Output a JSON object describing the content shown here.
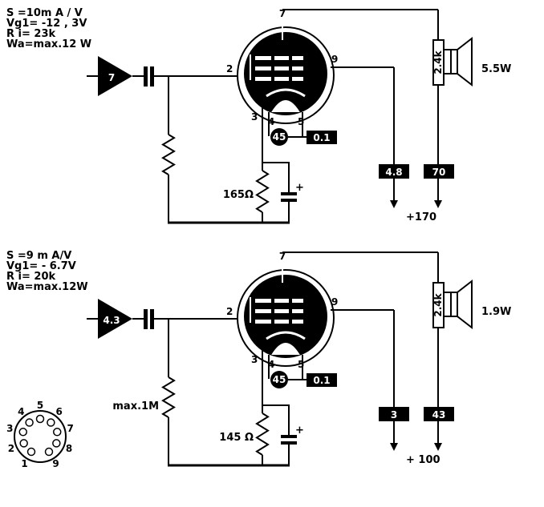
{
  "colors": {
    "ink": "#000000",
    "paper": "#ffffff"
  },
  "stages": [
    {
      "specs": [
        "S =10m A / V",
        "Vg1= -12 , 3V",
        "R i= 23k",
        "Wa=max.12 W"
      ],
      "input_gain": "7",
      "grid_resistor": "",
      "cathode_resistor": "165Ω",
      "cap_polarity": "+",
      "pins": {
        "p2": "2",
        "p3": "3",
        "p4": "4",
        "p5": "5",
        "p7": "7",
        "p9": "9"
      },
      "g2_current": "45",
      "g2_voltage": "0.1",
      "screen_box": "4.8",
      "anode_box": "70",
      "load": "2.4k",
      "output_power": "5.5W",
      "supply": "+170"
    },
    {
      "specs": [
        "S =9 m A/V",
        "Vg1= - 6.7V",
        "R i= 20k",
        "Wa=max.12W"
      ],
      "input_gain": "4.3",
      "grid_resistor": "max.1M",
      "cathode_resistor": "145 Ω",
      "cap_polarity": "+",
      "pins": {
        "p2": "2",
        "p3": "3",
        "p4": "4",
        "p5": "5",
        "p7": "7",
        "p9": "9"
      },
      "g2_current": "45",
      "g2_voltage": "0.1",
      "screen_box": "3",
      "anode_box": "43",
      "load": "2.4k",
      "output_power": "1.9W",
      "supply": "+ 100"
    }
  ],
  "socket": {
    "pins": [
      "1",
      "2",
      "3",
      "4",
      "5",
      "6",
      "7",
      "8",
      "9"
    ]
  }
}
